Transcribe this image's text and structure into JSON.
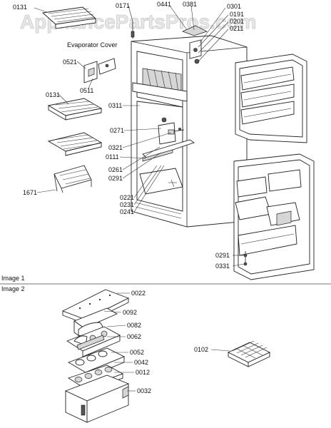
{
  "watermark": "AppliancePartsPros.com",
  "sections": {
    "image1_label": "Image 1",
    "image2_label": "Image 2"
  },
  "callouts": {
    "evaporator_cover": "Evaporator Cover",
    "p0131_top": "0131",
    "p0171": "0171",
    "p0441": "0441",
    "p0381": "0381",
    "p0301": "0301",
    "p0191": "0191",
    "p0201": "0201",
    "p0211": "0211",
    "p0521": "0521",
    "p0511": "0511",
    "p0131_shelf": "0131",
    "p0311": "0311",
    "p0271": "0271",
    "p0321": "0321",
    "p0111": "0111",
    "p0261": "0261",
    "p0291_left": "0291",
    "p0221": "0221",
    "p0231": "0231",
    "p0241": "0241",
    "p1671": "1671",
    "p0291_right": "0291",
    "p0331": "0331",
    "p0022": "0022",
    "p0092": "0092",
    "p0082": "0082",
    "p0062": "0062",
    "p0052": "0052",
    "p0042": "0042",
    "p0012": "0012",
    "p0032": "0032",
    "p0102": "0102"
  }
}
